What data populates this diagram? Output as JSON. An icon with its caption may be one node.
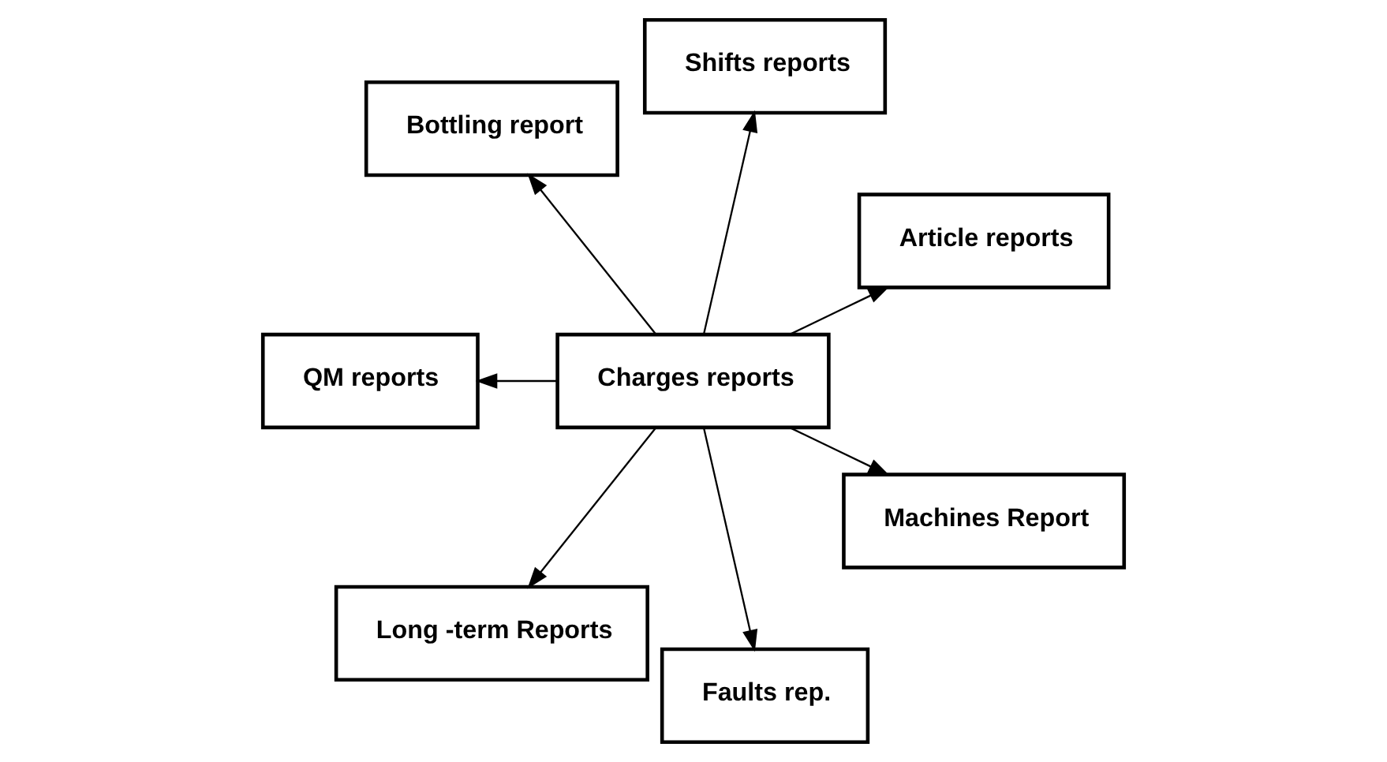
{
  "diagram": {
    "nodes": [
      {
        "text": [
          "Article reports"
        ]
      },
      {
        "text": [
          "Shifts reports"
        ]
      },
      {
        "text": [
          "Bottling report"
        ]
      },
      {
        "text": [
          "QM reports"
        ]
      },
      {
        "text": [
          "Charges reports"
        ]
      },
      {
        "text": [
          "Long -term Reports"
        ]
      },
      {
        "text": [
          "Faults rep."
        ]
      },
      {
        "text": [
          "Machines Report"
        ]
      }
    ],
    "edges": [
      {
        "from": 4,
        "to": 0,
        "arrow": "to"
      },
      {
        "from": 4,
        "to": 1,
        "arrow": "to"
      },
      {
        "from": 4,
        "to": 2,
        "arrow": "to"
      },
      {
        "from": 4,
        "to": 3,
        "arrow": "to"
      },
      {
        "from": 4,
        "to": 5,
        "arrow": "to"
      },
      {
        "from": 4,
        "to": 6,
        "arrow": "to"
      },
      {
        "from": 4,
        "to": 7,
        "arrow": "to"
      }
    ]
  }
}
